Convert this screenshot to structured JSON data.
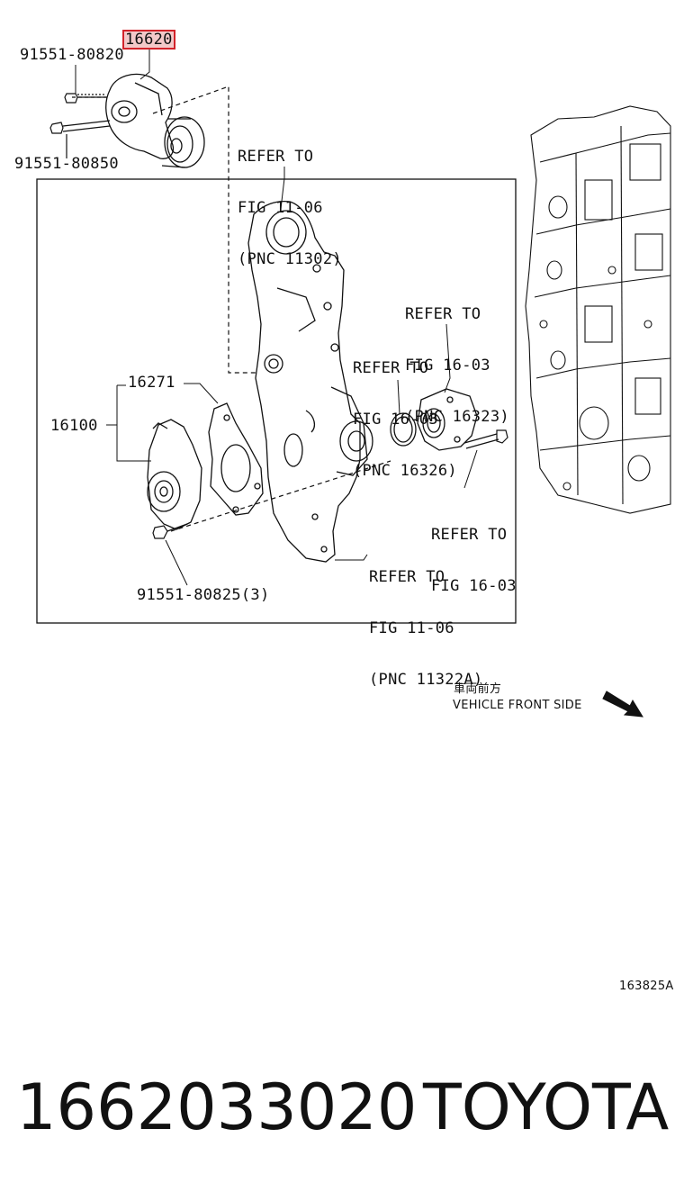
{
  "parts": {
    "p16620": "16620",
    "p91551_80820": "91551-80820",
    "p91551_80850": "91551-80850",
    "p16271": "16271",
    "p16100": "16100",
    "p91551_80825": "91551-80825(3)"
  },
  "refs": {
    "r11302": [
      "REFER TO",
      "FIG 11-06",
      "(PNC 11302)"
    ],
    "r16323": [
      "REFER TO",
      "FIG 16-03",
      "(PNC 16323)"
    ],
    "r16326": [
      "REFER TO",
      "FIG 16-03",
      "(PNC 16326)"
    ],
    "r1603": [
      "REFER TO",
      "FIG 16-03"
    ],
    "r11322": [
      "REFER TO",
      "FIG 11-06",
      "(PNC 11322A)"
    ]
  },
  "direction": {
    "jp": "車両前方",
    "en": "VEHICLE FRONT SIDE"
  },
  "figure_code": "163825A",
  "footer": {
    "part_number": "1662033020",
    "brand": "TOYOTA"
  },
  "colors": {
    "highlight_border": "#d2232a",
    "highlight_fill": "#f3c9c9",
    "ink": "#111111"
  }
}
